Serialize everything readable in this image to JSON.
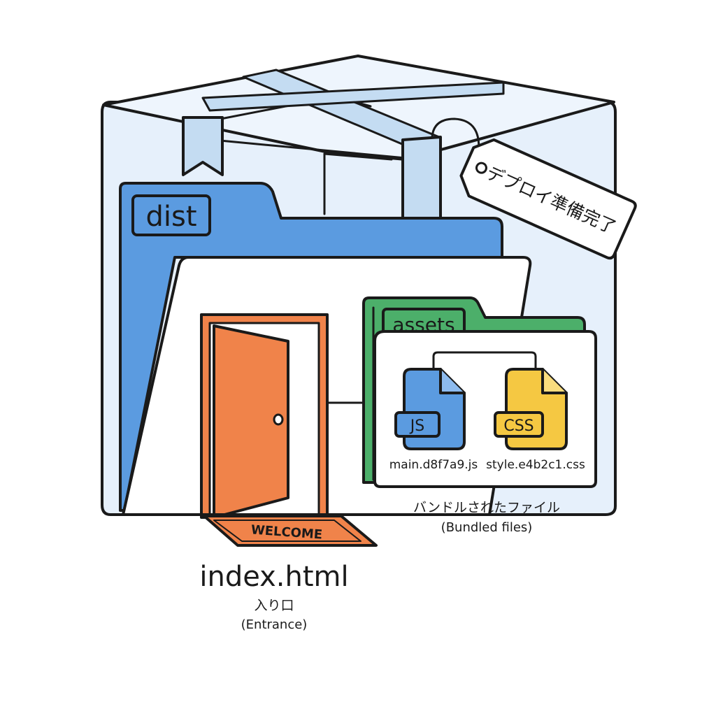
{
  "tag": {
    "text": "デプロイ準備完了"
  },
  "dist_folder": {
    "label": "dist"
  },
  "assets_folder": {
    "label": "assets"
  },
  "files": [
    {
      "badge": "JS",
      "name": "main.d8f7a9.js",
      "color": "#5b9be0"
    },
    {
      "badge": "CSS",
      "name": "style.e4b2c1.css",
      "color": "#f5c842"
    }
  ],
  "bundled": {
    "label_ja": "バンドルされたファイル",
    "label_en": "(Bundled files)"
  },
  "entrance": {
    "filename": "index.html",
    "label_ja": "入り口",
    "label_en": "(Entrance)",
    "mat_text": "WELCOME"
  },
  "colors": {
    "box": "#e6f0fb",
    "tape": "#c4dcf2",
    "dist_folder": "#5b9be0",
    "assets_folder": "#4caf6a",
    "door": "#f0834a",
    "js": "#5b9be0",
    "css": "#f5c842"
  }
}
